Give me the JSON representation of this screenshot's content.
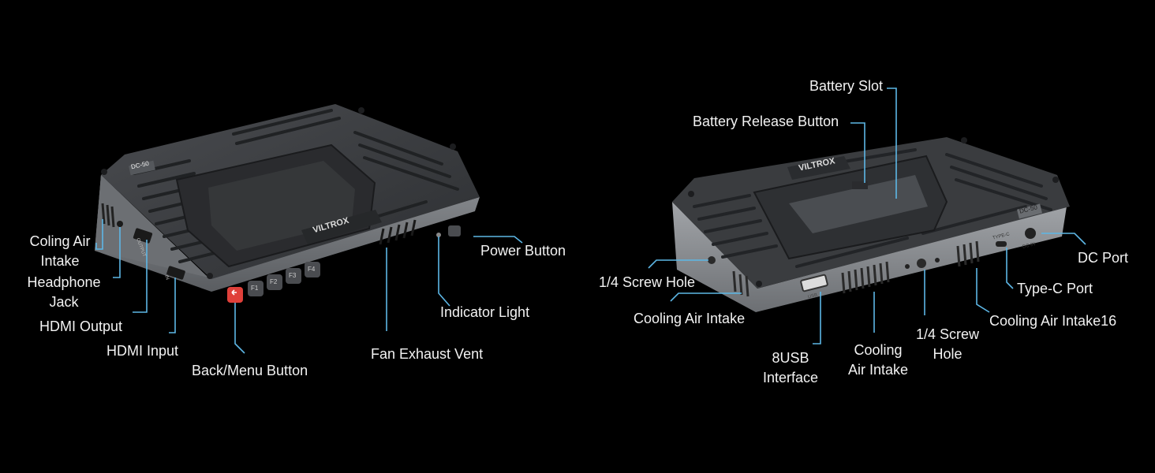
{
  "left_device": {
    "brand": "VILTROX",
    "model": "DC-50",
    "keys": [
      "F1",
      "F2",
      "F3",
      "F4"
    ],
    "port_output": "OUTPUT",
    "port_input": "IN",
    "labels": {
      "air_intake": [
        "Coling Air",
        "Intake"
      ],
      "headphone": [
        "Headphone",
        "Jack"
      ],
      "hdmi_output": "HDMI Output",
      "hdmi_input": "HDMI Input",
      "back_menu": "Back/Menu Button",
      "fan_exhaust": "Fan Exhaust Vent",
      "indicator": "Indicator Light",
      "power": "Power Button"
    }
  },
  "right_device": {
    "brand": "VILTROX",
    "model": "DC-50",
    "port_usb": "USB",
    "port_typec": "TYPE-C",
    "port_dc": "DC IN",
    "labels": {
      "battery_slot": "Battery Slot",
      "battery_release": "Battery Release Button",
      "screw_hole_side": "1/4 Screw Hole",
      "cooling_side": "Cooling Air Intake",
      "usb": [
        "8USB",
        "Interface"
      ],
      "cooling_front": [
        "Cooling",
        "Air Intake"
      ],
      "screw_hole_front": [
        "1/4 Screw",
        "Hole"
      ],
      "cooling_right": "Cooling Air Intake16",
      "typec": "Type-C Port",
      "dc": "DC Port"
    }
  },
  "colors": {
    "background": "#000000",
    "callout_line": "#5db7e6",
    "body_dark": "#3a3c3f",
    "body_light": "#7d8084",
    "back_button": "#e0403a"
  }
}
